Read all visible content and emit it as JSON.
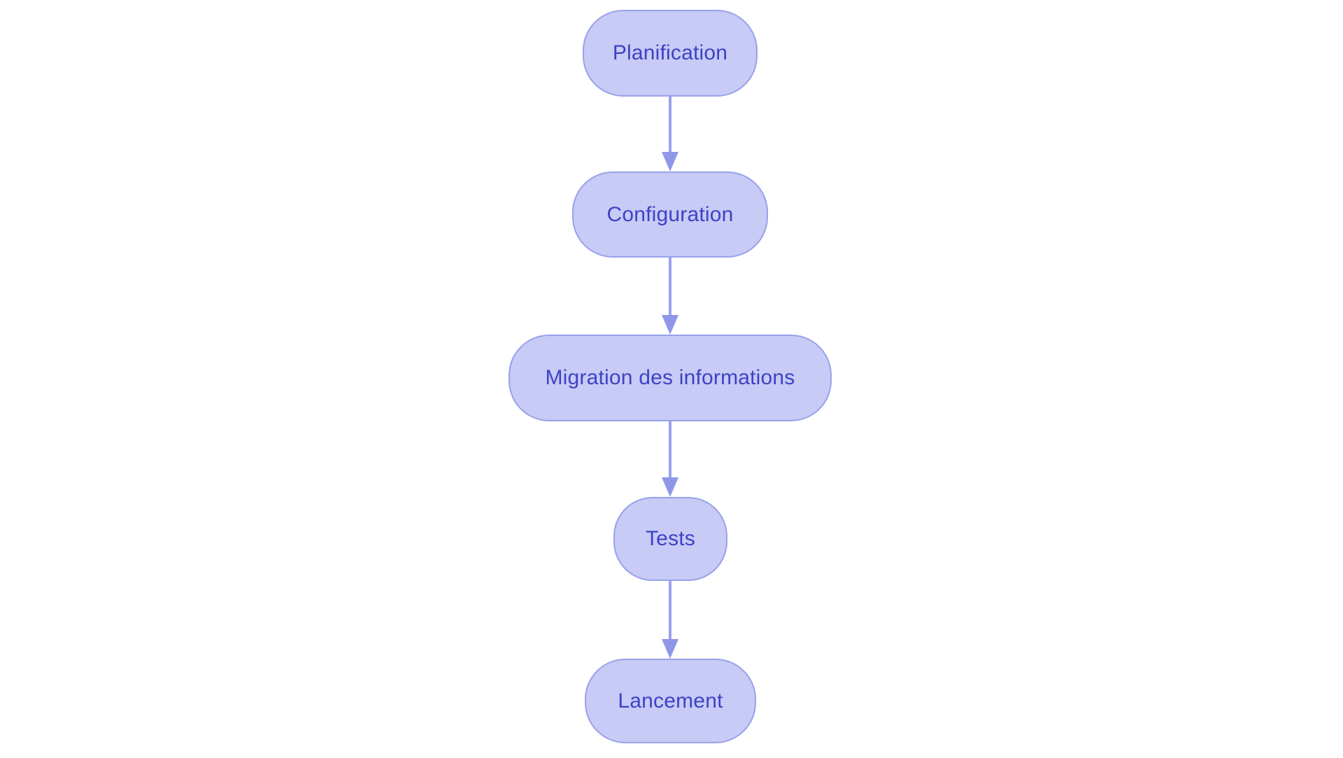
{
  "flowchart": {
    "title": "",
    "background_color": "#ffffff",
    "node_fill_color": "#c7cbf5",
    "node_border_color": "#98a1ea",
    "arrow_color": "#8f98e8",
    "text_color": "#3d42c6",
    "nodes": [
      {
        "id": "planification",
        "label": "Planification"
      },
      {
        "id": "configuration",
        "label": "Configuration"
      },
      {
        "id": "migration",
        "label": "Migration des informations"
      },
      {
        "id": "tests",
        "label": "Tests"
      },
      {
        "id": "lancement",
        "label": "Lancement"
      }
    ],
    "edges": [
      {
        "from": "planification",
        "to": "configuration"
      },
      {
        "from": "configuration",
        "to": "migration"
      },
      {
        "from": "migration",
        "to": "tests"
      },
      {
        "from": "tests",
        "to": "lancement"
      }
    ]
  }
}
